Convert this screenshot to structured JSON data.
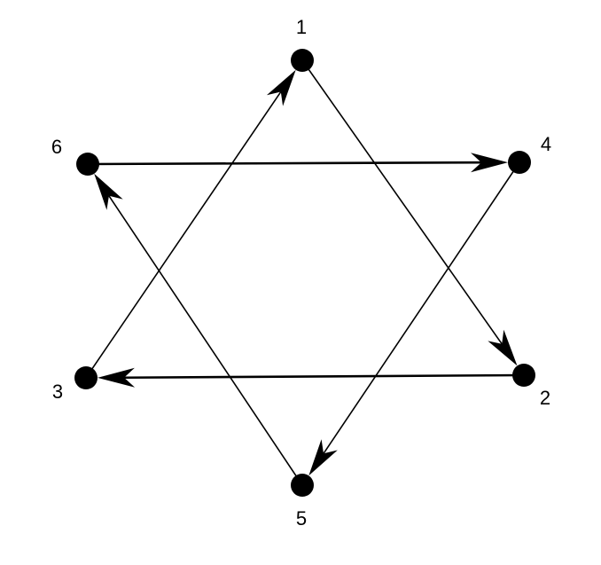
{
  "diagram": {
    "nodes": [
      {
        "id": "1",
        "label": "1"
      },
      {
        "id": "2",
        "label": "2"
      },
      {
        "id": "3",
        "label": "3"
      },
      {
        "id": "4",
        "label": "4"
      },
      {
        "id": "5",
        "label": "5"
      },
      {
        "id": "6",
        "label": "6"
      }
    ],
    "edges": [
      {
        "from": "1",
        "to": "2"
      },
      {
        "from": "2",
        "to": "3"
      },
      {
        "from": "3",
        "to": "1"
      },
      {
        "from": "6",
        "to": "4"
      },
      {
        "from": "4",
        "to": "5"
      },
      {
        "from": "5",
        "to": "6"
      }
    ],
    "colors": {
      "stroke": "#000000",
      "node": "#000000",
      "background": "#ffffff"
    }
  }
}
